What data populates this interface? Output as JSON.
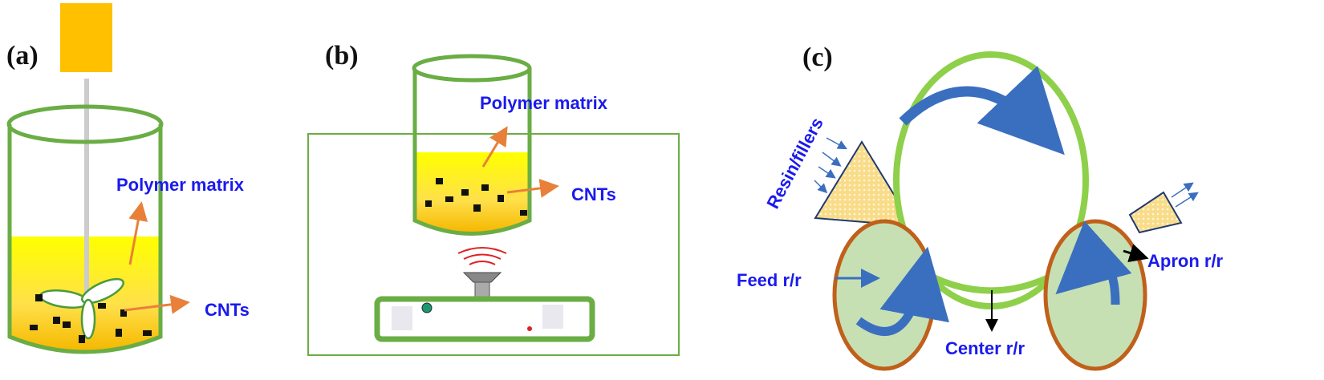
{
  "panels": {
    "a": {
      "label": "(a)",
      "polymer": "Polymer matrix",
      "cnts": "CNTs"
    },
    "b": {
      "label": "(b)",
      "polymer": "Polymer matrix",
      "cnts": "CNTs"
    },
    "c": {
      "label": "(c)",
      "resin": "Resin/fillers",
      "feed": "Feed r/r",
      "center": "Center r/r",
      "apron": "Apron r/r"
    }
  },
  "colors": {
    "vessel": "#6aad45",
    "liquid_top": "#ffff00",
    "liquid_bottom": "#f5b800",
    "arrow_orange": "#e8803a",
    "text_blue": "#1a1aee",
    "roll_outline": "#c0601a",
    "roll_fill": "#c6e0b4",
    "rotation_arrow": "#3a6fc0",
    "center_roll": "#8ed04a"
  }
}
